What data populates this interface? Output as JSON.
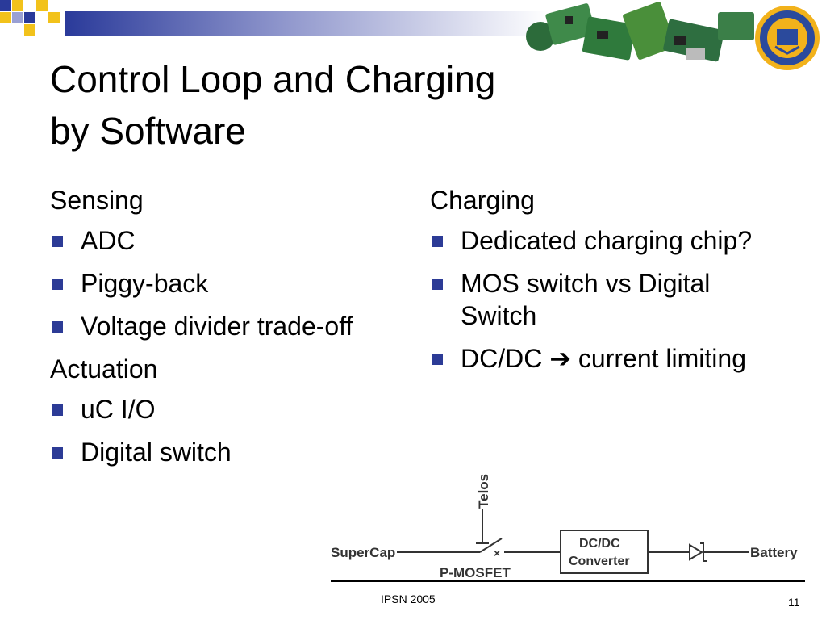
{
  "slide": {
    "title_line1": "Control Loop and Charging",
    "title_line2": "by Software",
    "left_column": {
      "sections": [
        {
          "heading": "Sensing",
          "items": [
            "ADC",
            "Piggy-back",
            "Voltage divider trade-off"
          ]
        },
        {
          "heading": "Actuation",
          "items": [
            "uC I/O",
            "Digital switch"
          ]
        }
      ]
    },
    "right_column": {
      "heading": "Charging",
      "items": [
        "Dedicated charging chip?",
        "MOS switch vs Digital Switch"
      ],
      "item3_part1": "DC/DC",
      "item3_arrow": "➔",
      "item3_part2": "current limiting"
    },
    "footer": "IPSN 2005",
    "page_number": "11"
  },
  "diagram": {
    "supercap": "SuperCap",
    "telos": "Telos",
    "pmosfet": "P-MOSFET",
    "converter_line1": "DC/DC",
    "converter_line2": "Converter",
    "battery": "Battery"
  },
  "colors": {
    "bullet": "#2c3b96",
    "accent": "#2a3a9a",
    "seal_blue": "#2b4a9c",
    "seal_gold": "#f2b21b"
  },
  "icons": [
    "corner-squares-decoration",
    "circuit-boards-image",
    "uc-seal-logo"
  ]
}
